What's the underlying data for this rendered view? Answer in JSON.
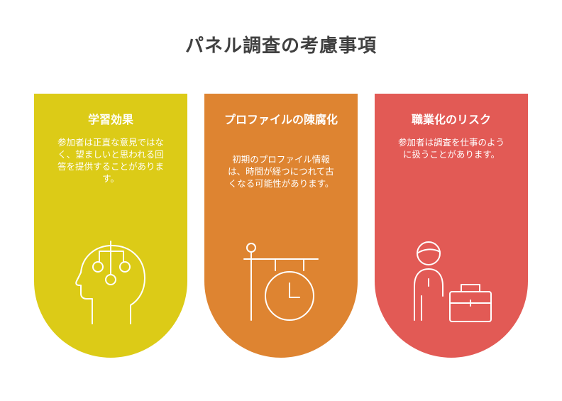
{
  "title": "パネル調査の考慮事項",
  "cards": [
    {
      "title": "学習効果",
      "description": "参加者は正直な意見ではなく、望ましいと思われる回答を提供することがあります。",
      "icon": "head-brain-icon",
      "color": "#dccb17"
    },
    {
      "title": "プロファイルの陳腐化",
      "description": "初期のプロファイル情報は、時間が経つにつれて古くなる可能性があります。",
      "icon": "hanging-clock-icon",
      "color": "#de8431"
    },
    {
      "title": "職業化のリスク",
      "description": "参加者は調査を仕事のように扱うことがあります。",
      "icon": "person-briefcase-icon",
      "color": "#e25a55"
    }
  ]
}
